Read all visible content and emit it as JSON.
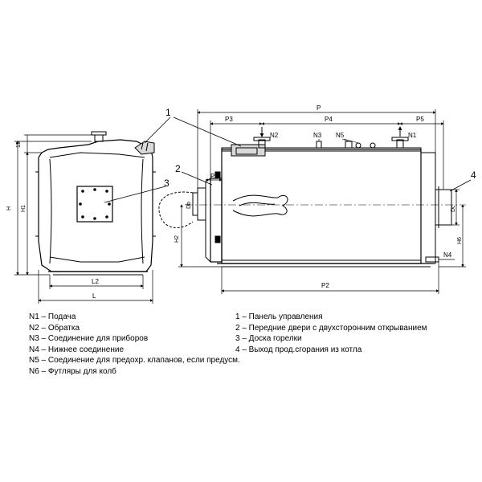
{
  "dimensions": {
    "p": "P",
    "p2": "P2",
    "p3": "P3",
    "p4": "P4",
    "p5": "P5",
    "p6": "P6",
    "l": "L",
    "l2": "L2",
    "h": "H",
    "h1": "H1",
    "h2": "H2",
    "h6": "H6",
    "h15": "15",
    "dc": "Dc",
    "db": "Db"
  },
  "connections": {
    "n1": "N1",
    "n2": "N2",
    "n3": "N3",
    "n4": "N4",
    "n5": "N5"
  },
  "callouts": [
    "1",
    "2",
    "3",
    "4"
  ],
  "legend_left": [
    "N1 – Подача",
    "N2 – Обратка",
    "N3 – Соединение для приборов",
    "N4 – Нижнее соединение",
    "N5 – Соединение для предохр. клапанов, если предусм.",
    "N6 – Футляры для колб"
  ],
  "legend_right": [
    "1 – Панель  управления",
    "2 – Передние двери с двухсторонним открыванием",
    "3 – Доска горелки",
    "4 – Выход прод.сгорания из котла"
  ]
}
